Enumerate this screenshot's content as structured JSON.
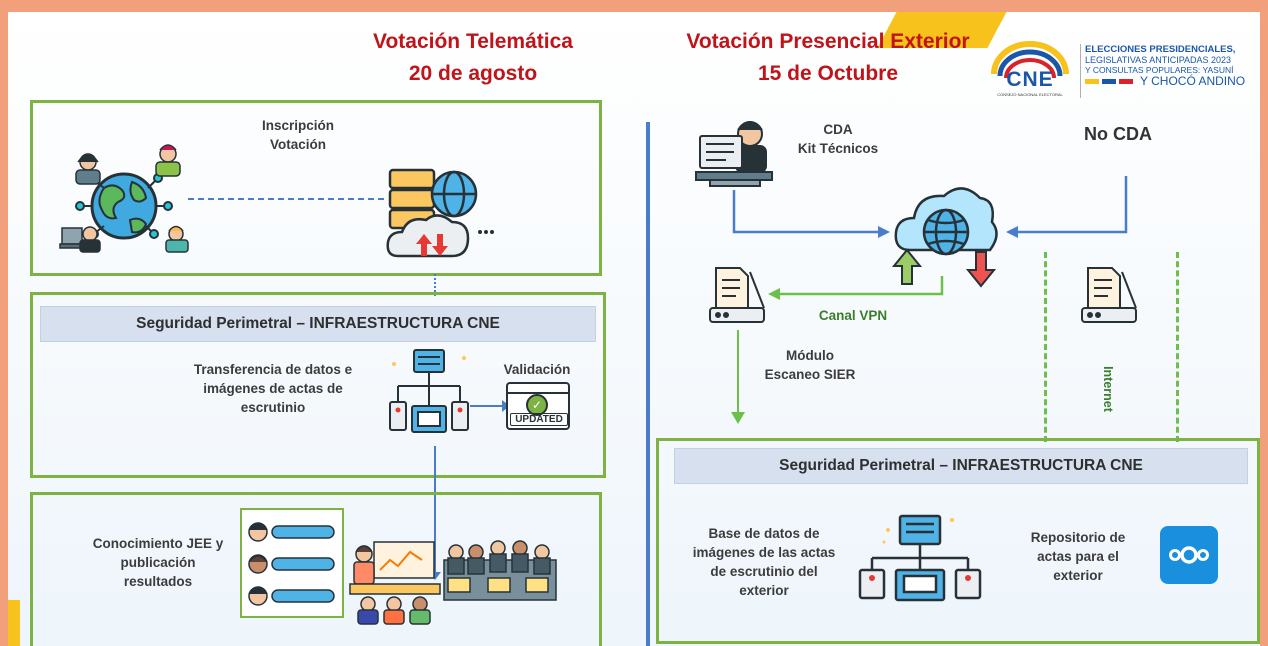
{
  "colors": {
    "outer_frame": "#f2a07b",
    "title_red": "#c0141b",
    "box_green": "#7cb342",
    "banner_bg": "#d6e0ef",
    "flow_blue": "#4a7cc9",
    "vpn_green": "#6cc04a"
  },
  "left": {
    "title_line1": "Votación Telemática",
    "title_line2": "20 de agosto",
    "top_box": {
      "label_line1": "Inscripción",
      "label_line2": "Votación"
    },
    "security": {
      "banner": "Seguridad Perimetral – INFRAESTRUCTURA CNE",
      "transfer_line1": "Transferencia de datos e",
      "transfer_line2": "imágenes de actas de",
      "transfer_line3": "escrutinio",
      "validation": "Validación",
      "updated_badge": "UPDATED"
    },
    "results": {
      "line1": "Conocimiento JEE y",
      "line2": "publicación",
      "line3": "resultados"
    }
  },
  "right": {
    "title_line1": "Votación Presencial Exterior",
    "title_line2": "15 de Octubre",
    "cda_line1": "CDA",
    "cda_line2": "Kit Técnicos",
    "no_cda": "No CDA",
    "vpn": "Canal VPN",
    "scan_line1": "Módulo",
    "scan_line2": "Escaneo SIER",
    "internet": "Internet",
    "security": {
      "banner": "Seguridad Perimetral – INFRAESTRUCTURA CNE",
      "db_line1": "Base de datos de",
      "db_line2": "imágenes de las actas",
      "db_line3": "de escrutinio del",
      "db_line4": "exterior",
      "repo_line1": "Repositorio de",
      "repo_line2": "actas para el",
      "repo_line3": "exterior"
    }
  },
  "logo": {
    "cne": "CNE",
    "cne_sub": "CONSEJO NACIONAL ELECTORAL",
    "elections_line1": "ELECCIONES PRESIDENCIALES,",
    "elections_line2": "LEGISLATIVAS ANTICIPADAS 2023",
    "elections_line3": "Y CONSULTAS POPULARES: YASUNÍ",
    "elections_line4": "Y CHOCÓ ANDINO"
  },
  "icons": [
    "globe-icon",
    "person-icon",
    "server-cloud-icon",
    "network-server-icon",
    "updated-icon",
    "user-list-icon",
    "meeting-icon",
    "technician-icon",
    "cloud-globe-icon",
    "upload-arrow-icon",
    "download-arrow-icon",
    "scanner-icon",
    "nextcloud-icon"
  ]
}
